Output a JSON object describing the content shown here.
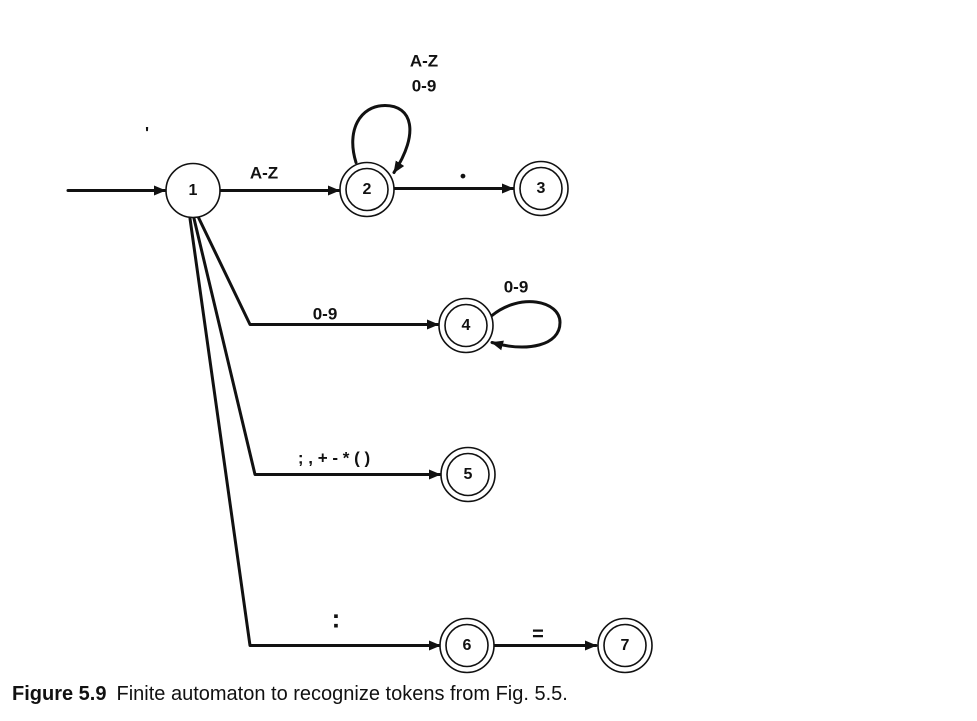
{
  "diagram": {
    "states": [
      {
        "id": "1",
        "label": "1",
        "accepting": false
      },
      {
        "id": "2",
        "label": "2",
        "accepting": true
      },
      {
        "id": "3",
        "label": "3",
        "accepting": true
      },
      {
        "id": "4",
        "label": "4",
        "accepting": true
      },
      {
        "id": "5",
        "label": "5",
        "accepting": true
      },
      {
        "id": "6",
        "label": "6",
        "accepting": true
      },
      {
        "id": "7",
        "label": "7",
        "accepting": true
      }
    ],
    "transitions": [
      {
        "from": "1",
        "to": "2",
        "label": "A-Z"
      },
      {
        "from": "2",
        "to": "2",
        "label_lines": [
          "A-Z",
          "0-9"
        ]
      },
      {
        "from": "2",
        "to": "3",
        "label": "•"
      },
      {
        "from": "1",
        "to": "4",
        "label": "0-9"
      },
      {
        "from": "4",
        "to": "4",
        "label": "0-9"
      },
      {
        "from": "1",
        "to": "5",
        "label": "; , + - * ( )"
      },
      {
        "from": "1",
        "to": "6",
        "label": ":"
      },
      {
        "from": "6",
        "to": "7",
        "label": "="
      }
    ],
    "start_state": "1",
    "stray_mark": "'"
  },
  "caption": {
    "figure_number": "Figure 5.9",
    "text": "Finite automaton to recognize tokens from Fig. 5.5."
  }
}
